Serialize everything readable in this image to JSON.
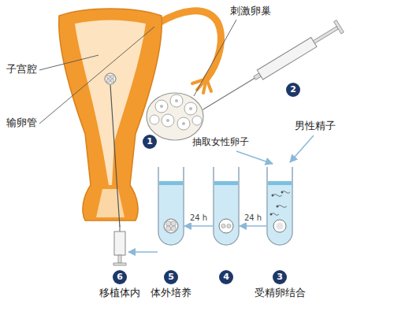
{
  "diagram": {
    "nodes": [
      {
        "text": [
          "3",
          "受精卵结合"
        ]
      },
      {
        "text": [
          "4"
        ]
      },
      {
        "text": [
          "5",
          "体外培养"
        ]
      },
      {
        "text": [
          "6",
          "移植体内"
        ]
      }
    ],
    "edges": [
      {
        "from": 0,
        "to": 1,
        "arrow": "to",
        "label": "24 h"
      },
      {
        "from": 1,
        "to": 2,
        "arrow": "to",
        "label": "24 h"
      },
      {
        "from": 2,
        "to": 3,
        "arrow": "to"
      }
    ],
    "labels": [
      "子宫腔",
      "输卵管",
      "刺激卵巢",
      "1",
      "2",
      "抽取女性卵子",
      "男性精子"
    ]
  }
}
